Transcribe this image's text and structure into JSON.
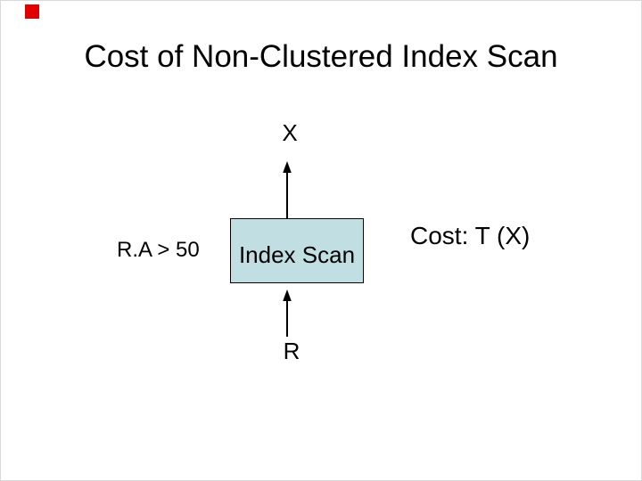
{
  "slide": {
    "title": "Cost of Non-Clustered Index Scan",
    "colors": {
      "accent_red": "#e00000",
      "box_fill": "#c1dfe2",
      "text": "#000000"
    },
    "diagram": {
      "top_label": "X",
      "bottom_label": "R",
      "predicate_label": "R.A > 50",
      "operator_label": "Index Scan",
      "cost_label": "Cost: T (X)"
    }
  }
}
